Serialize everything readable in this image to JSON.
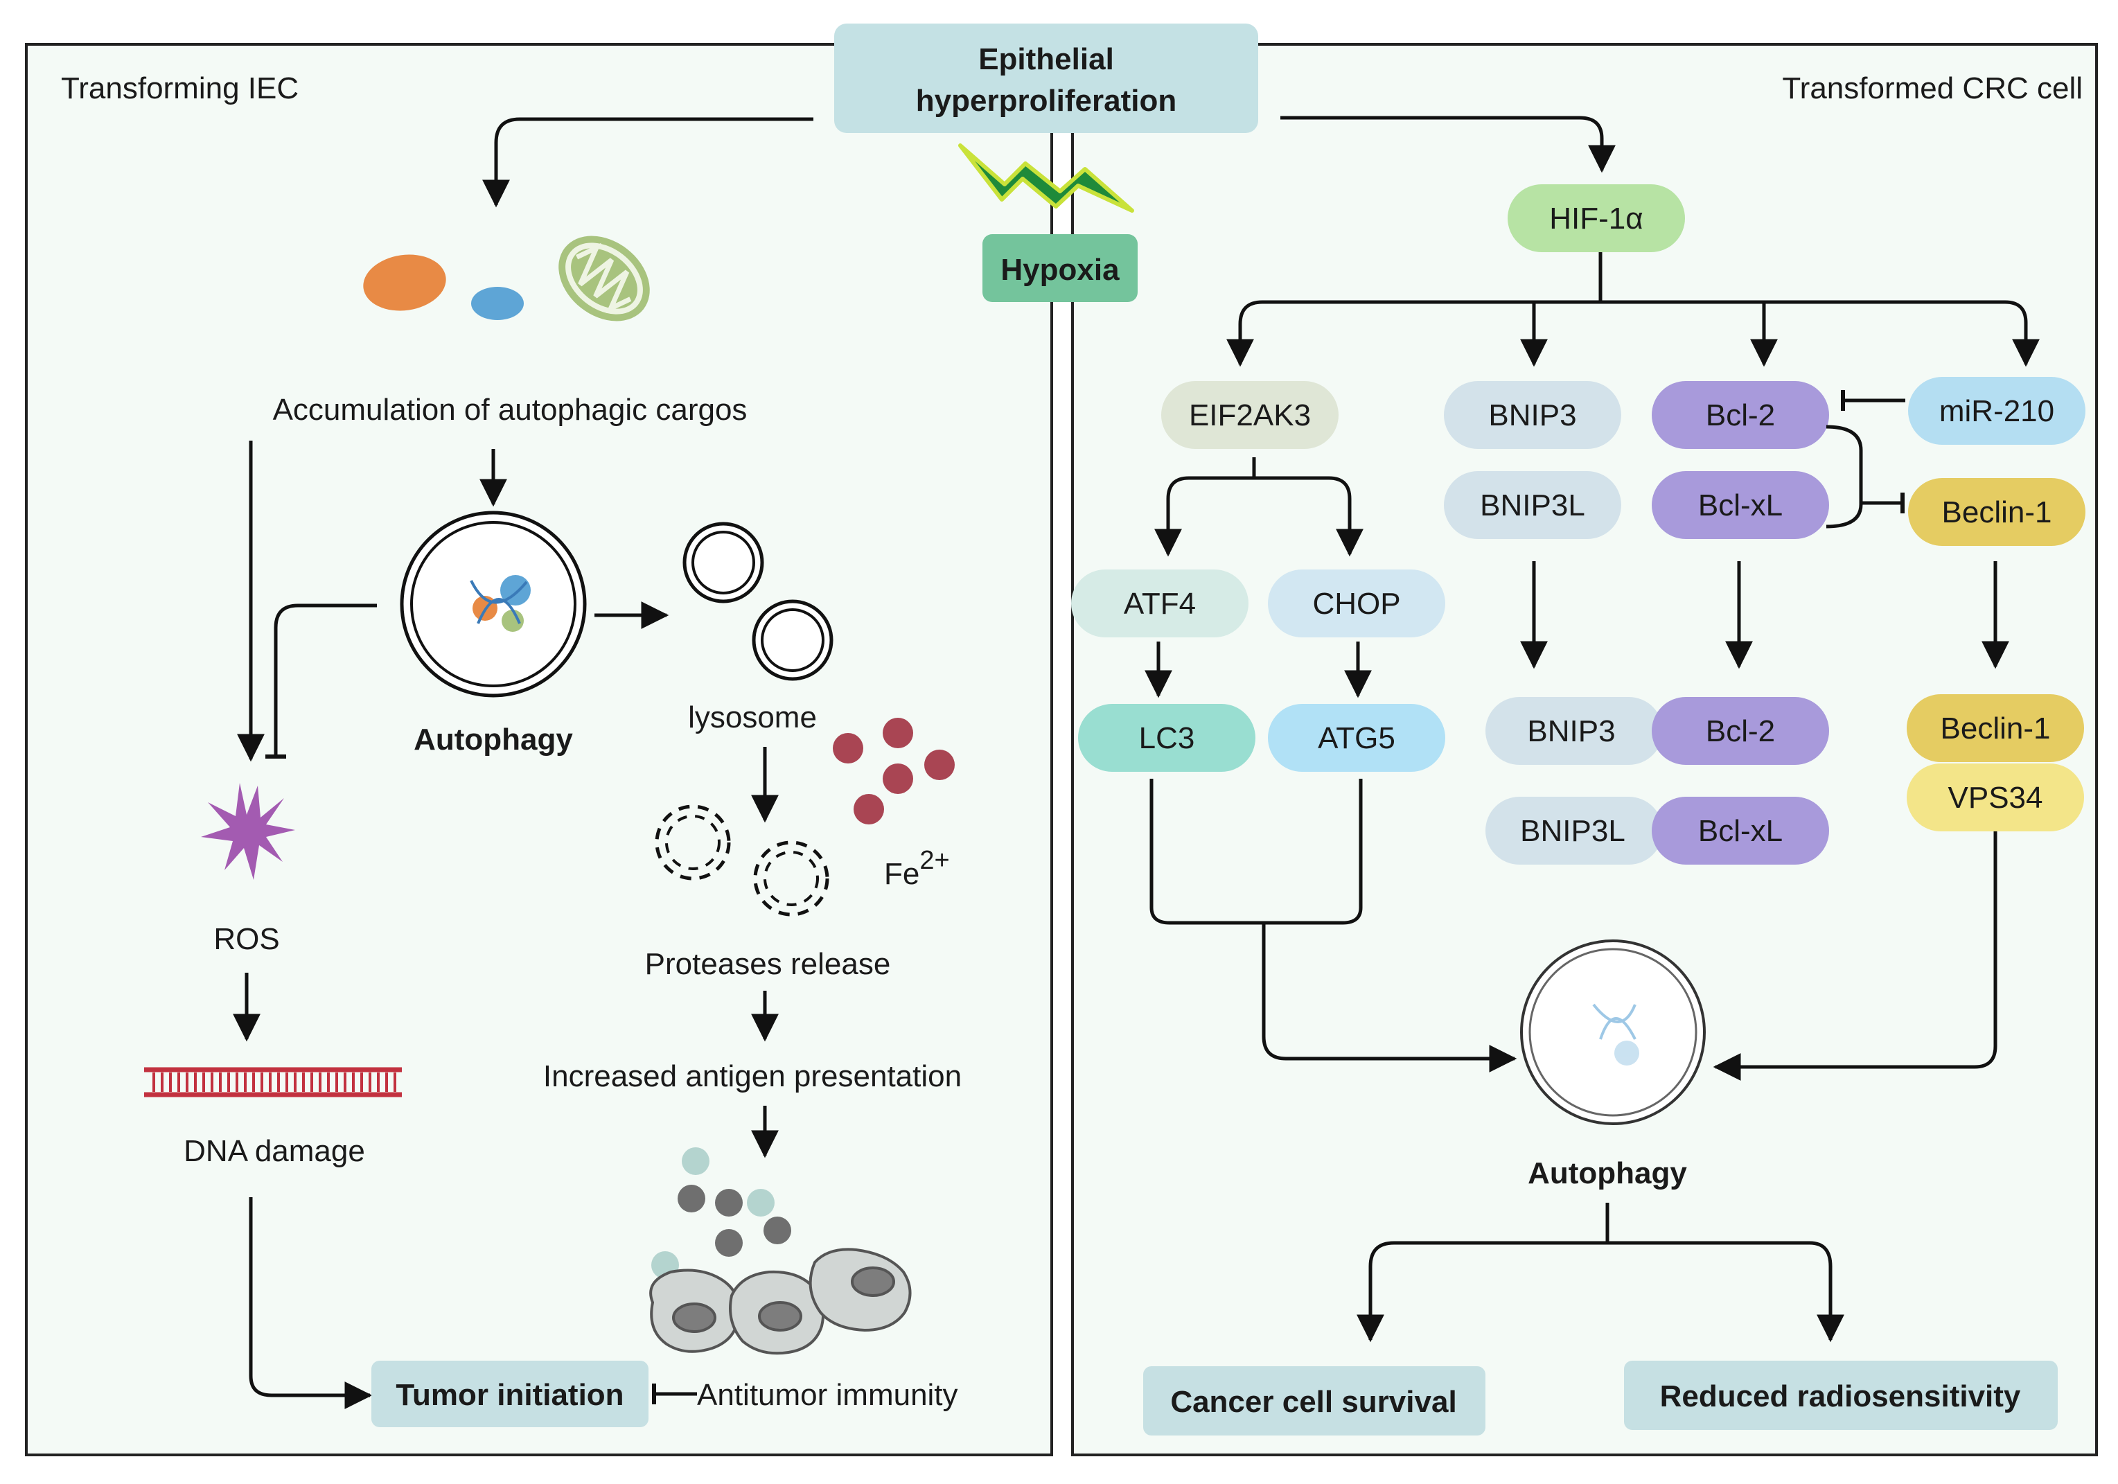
{
  "panels": {
    "left_title": "Transforming IEC",
    "right_title": "Transformed CRC cell"
  },
  "top": {
    "title_line1": "Epithelial",
    "title_line2": "hyperproliferation",
    "hypoxia": "Hypoxia"
  },
  "left": {
    "accumulation": "Accumulation of autophagic cargos",
    "autophagy": "Autophagy",
    "lysosome": "lysosome",
    "fe": "Fe",
    "fe_charge": "2+",
    "ros": "ROS",
    "dna_damage": "DNA damage",
    "proteases": "Proteases release",
    "antigen": "Increased antigen presentation",
    "tumor_initiation": "Tumor initiation",
    "antitumor": "Antitumor immunity"
  },
  "right": {
    "hif": "HIF-1α",
    "eif2ak3": "EIF2AK3",
    "bnip3": "BNIP3",
    "bnip3l": "BNIP3L",
    "bcl2": "Bcl-2",
    "bclxl": "Bcl-xL",
    "mir210": "miR-210",
    "beclin1": "Beclin-1",
    "atf4": "ATF4",
    "chop": "CHOP",
    "lc3": "LC3",
    "atg5": "ATG5",
    "vps34": "VPS34",
    "autophagy": "Autophagy",
    "survival": "Cancer cell survival",
    "radiosensitivity": "Reduced radiosensitivity"
  },
  "colors": {
    "panel_bg": "#f4faf6",
    "top_box": "#c4e1e4",
    "hypoxia": "#74c49c",
    "hif": "#b7e3a4",
    "eif2ak3": "#dfe6d6",
    "bnip3": "#d3e2ea",
    "bcl": "#a89adb",
    "mir210": "#b4def2",
    "beclin": "#e5cc62",
    "vps34": "#f3e589",
    "atf4": "#d6ebe6",
    "chop": "#d2e7f2",
    "lc3": "#99ded1",
    "atg5": "#b1e1f6",
    "outcome": "#c6e0e3",
    "ros": "#a35bb1",
    "dna": "#c2313f",
    "fe": "#a94553"
  }
}
